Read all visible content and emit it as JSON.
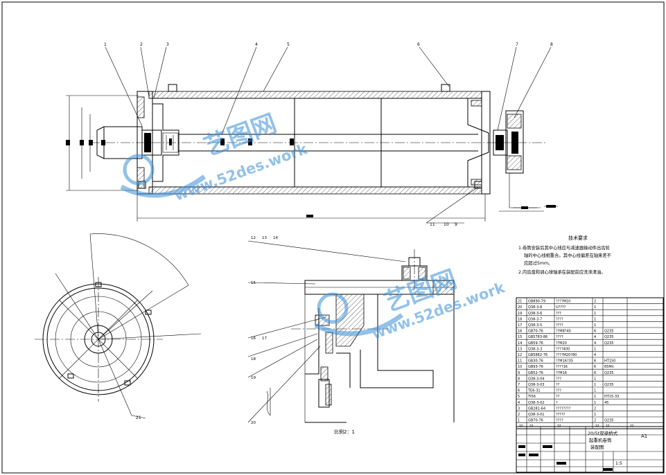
{
  "drawing": {
    "view_top_labels": [
      "1",
      "2",
      "3",
      "4",
      "5",
      "6",
      "7",
      "8"
    ],
    "view_bottom_labels": [
      "11",
      "10",
      "9"
    ],
    "detail_labels_top": [
      "12",
      "13",
      "14"
    ],
    "detail_labels_side": [
      "15",
      "16",
      "17",
      "18",
      "19",
      "20"
    ],
    "circle_view_label": "21",
    "scale_text": "比例2：1",
    "tech_title": "技术要求",
    "tech_req_1": "1.卷筒安装后其中心线应与减速器输动件出齿轮",
    "tech_req_1b": "轴的中心线相重合。其中心线偏差在轴来差不",
    "tech_req_1c": "应超过5mm。",
    "tech_req_2": "2.内齿盘和调心球轴承在装配前应洗涤清油。"
  },
  "bom": {
    "rows": [
      {
        "no": "21",
        "code": "GB890-79",
        "name": "????M10",
        "qty": "2",
        "mat": ""
      },
      {
        "no": "20",
        "code": "Q38-3-8",
        "name": "U????",
        "qty": "1",
        "mat": ""
      },
      {
        "no": "19",
        "code": "Q38-3-6",
        "name": "???",
        "qty": "1",
        "mat": ""
      },
      {
        "no": "18",
        "code": "Q38-3-7",
        "name": "????",
        "qty": "1",
        "mat": ""
      },
      {
        "no": "17",
        "code": "Q38-3-5",
        "name": "????",
        "qty": "1",
        "mat": ""
      },
      {
        "no": "16",
        "code": "GB70-76",
        "name": "??M8?40",
        "qty": "6",
        "mat": "Q235"
      },
      {
        "no": "15",
        "code": "GB5783-86",
        "name": "????",
        "qty": "4",
        "mat": "Q235"
      },
      {
        "no": "14",
        "code": "GB59-76",
        "name": "??M20",
        "qty": "4",
        "mat": "Q235"
      },
      {
        "no": "13",
        "code": "Q38-3-3",
        "name": "????400",
        "qty": "1",
        "mat": ""
      },
      {
        "no": "12",
        "code": "GB5882-76",
        "name": "????M20?80",
        "qty": "4",
        "mat": ""
      },
      {
        "no": "11",
        "code": "GB30-76",
        "name": "??M16?35",
        "qty": "6",
        "mat": "HT150"
      },
      {
        "no": "10",
        "code": "GB93-76",
        "name": "????16",
        "qty": "6",
        "mat": "65Mn"
      },
      {
        "no": "9",
        "code": "GB52-76",
        "name": "??M16",
        "qty": "6",
        "mat": "Q235"
      },
      {
        "no": "8",
        "code": "Q38-3-04",
        "name": "???",
        "qty": "1",
        "mat": ""
      },
      {
        "no": "7",
        "code": "Q38-3-03",
        "name": "??",
        "qty": "1",
        "mat": "Q235"
      },
      {
        "no": "6",
        "code": "TE6-31",
        "name": "???",
        "qty": "1",
        "mat": ""
      },
      {
        "no": "5",
        "code": "TI56",
        "name": "??",
        "qty": "1",
        "mat": "HT15-33"
      },
      {
        "no": "4",
        "code": "Q38-3-02",
        "name": "?",
        "qty": "1",
        "mat": "45"
      },
      {
        "no": "3",
        "code": "GB281-64",
        "name": "????????",
        "qty": "2",
        "mat": ""
      },
      {
        "no": "2",
        "code": "Q38-3-01",
        "name": "?????",
        "qty": "1",
        "mat": ""
      },
      {
        "no": "1",
        "code": "GB70-76",
        "name": "????",
        "qty": "2",
        "mat": "Q235"
      }
    ],
    "header": [
      "??",
      "??",
      "??",
      "??",
      "??",
      "??"
    ]
  },
  "title_block": {
    "title_line1": "20/5t双梁桥式",
    "title_line2": "起重机卷筒",
    "title_line3": "装配图",
    "sheet_size": "A1",
    "scale": "1:5"
  },
  "watermark": {
    "logo_text": "艺图网",
    "url": "www.52des.work"
  },
  "colors": {
    "line": "#000000",
    "watermark": "#3a8fd8",
    "background": "#ffffff"
  }
}
